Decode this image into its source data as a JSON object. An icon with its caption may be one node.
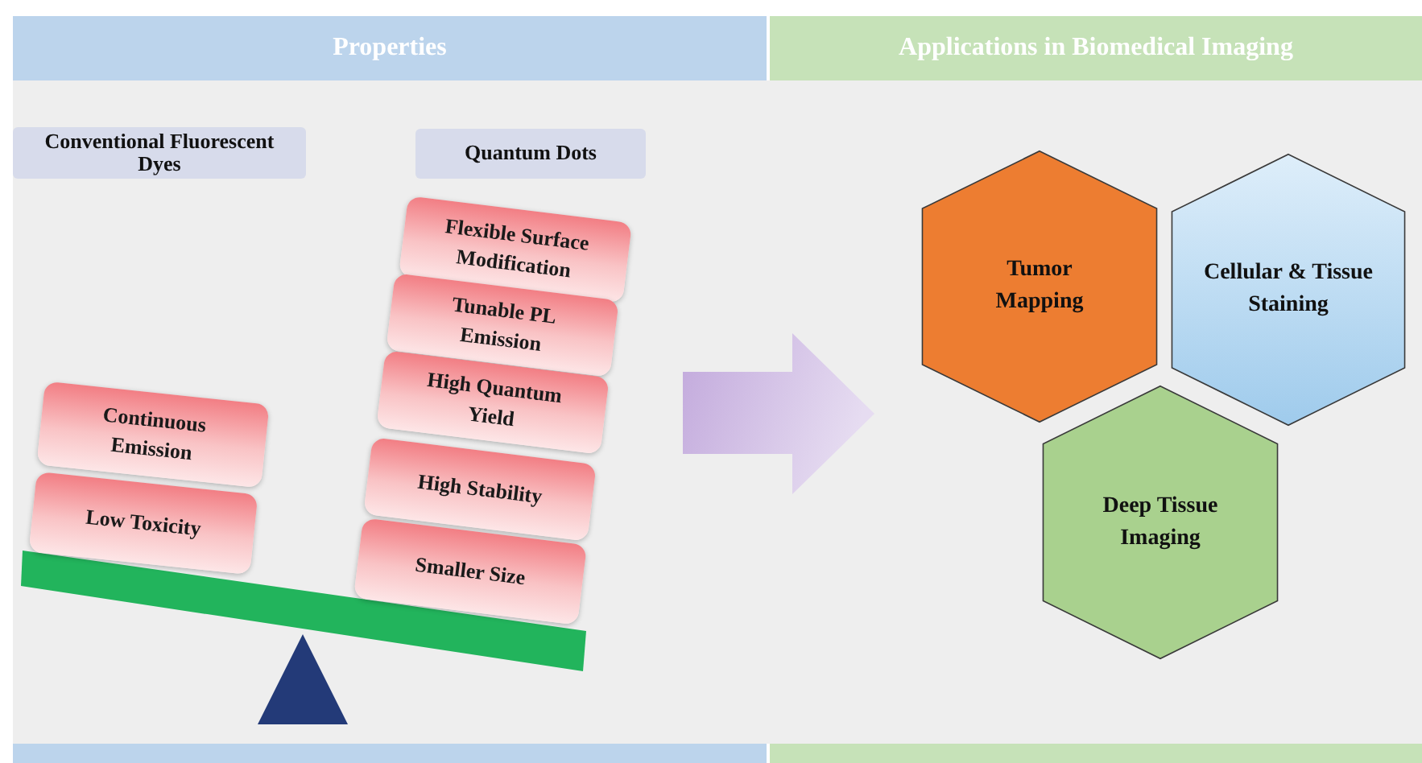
{
  "diagram": {
    "nodes": [
      {
        "text": [
          "Properties"
        ]
      },
      {
        "text": [
          "Applications in Biomedical Imaging"
        ]
      },
      {
        "text": [
          "Conventional Fluorescent Dyes"
        ]
      },
      {
        "text": [
          "Quantum Dots"
        ]
      },
      {
        "text": [
          "Continuous Emission"
        ]
      },
      {
        "text": [
          "Low Toxicity"
        ]
      },
      {
        "text": [
          "Flexible Surface Modification"
        ]
      },
      {
        "text": [
          "Tunable PL Emission"
        ]
      },
      {
        "text": [
          "High Quantum Yield"
        ]
      },
      {
        "text": [
          "High Stability"
        ]
      },
      {
        "text": [
          "Smaller Size"
        ]
      },
      {
        "text": [
          "Tumor Mapping"
        ]
      },
      {
        "text": [
          "Cellular & Tissue Staining"
        ]
      },
      {
        "text": [
          "Deep Tissue Imaging"
        ]
      }
    ]
  }
}
